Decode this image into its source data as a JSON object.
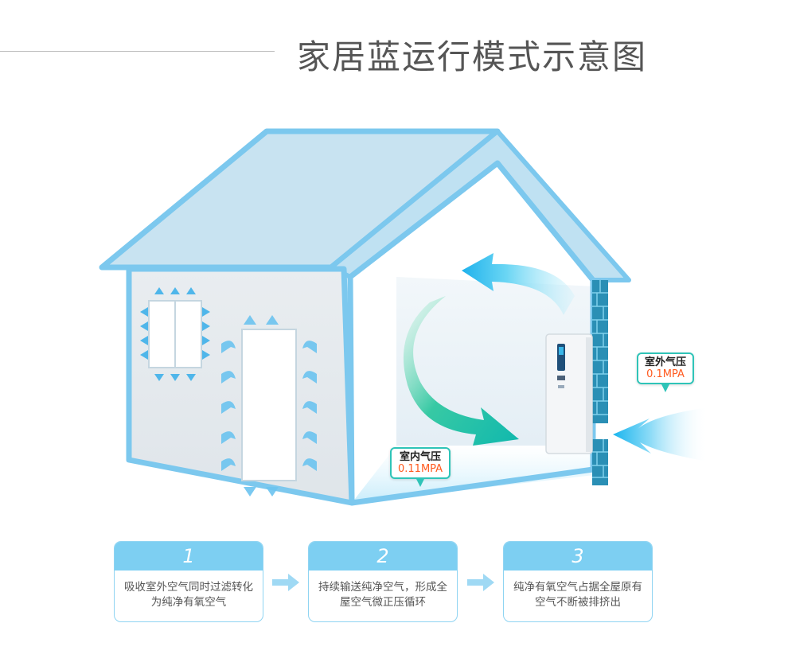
{
  "title": "家居蓝运行模式示意图",
  "badges": {
    "outdoor": {
      "label": "室外气压",
      "value": "0.1MPA"
    },
    "indoor": {
      "label": "室内气压",
      "value": "0.11MPA"
    }
  },
  "steps": [
    {
      "number": "1",
      "text": "吸收室外空气同时过滤转化为纯净有氧空气"
    },
    {
      "number": "2",
      "text": "持续输送纯净空气，形成全屋空气微正压循环"
    },
    {
      "number": "3",
      "text": "纯净有氧空气占据全屋原有空气不断被排挤出"
    }
  ],
  "colors": {
    "accent": "#7dcff2",
    "badge_border": "#2fc4b8",
    "pressure_value": "#ff5a1f",
    "house_edge": "#7cc8ee"
  }
}
